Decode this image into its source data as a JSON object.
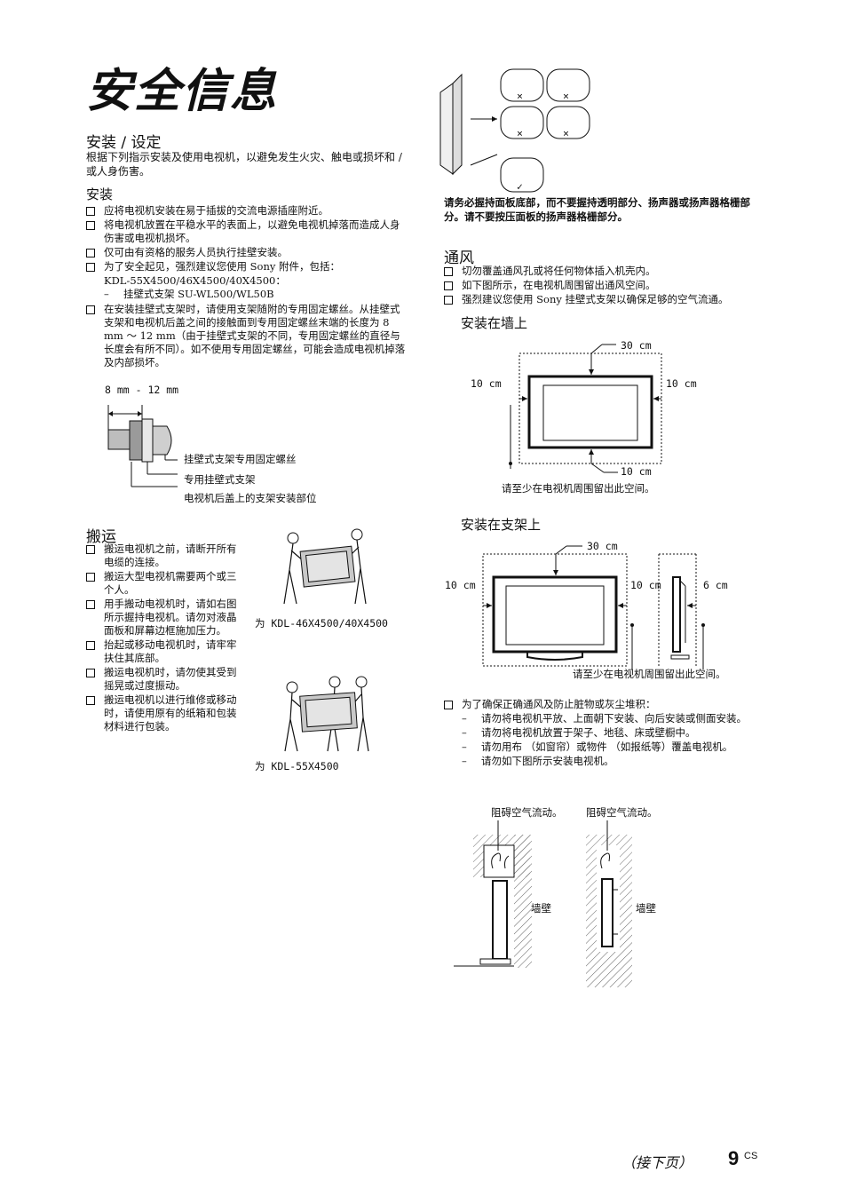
{
  "page_title": "安全信息",
  "install_setup": {
    "heading": "安装 / 设定",
    "intro": "根据下列指示安装及使用电视机，以避免发生火灾、触电或损坏和 / 或人身伤害。"
  },
  "install": {
    "heading": "安装",
    "items": [
      "应将电视机安装在易于插拔的交流电源插座附近。",
      "将电视机放置在平稳水平的表面上，以避免电视机掉落而造成人身伤害或电视机损坏。",
      "仅可由有资格的服务人员执行挂壁安装。",
      "为了安全起见，强烈建议您使用 Sony 附件，包括：",
      "在安装挂壁式支架时，请使用支架随附的专用固定螺丝。从挂壁式支架和电视机后盖之间的接触面到专用固定螺丝末端的长度为 8 mm ～ 12 mm（由于挂壁式支架的不同，专用固定螺丝的直径与长度会有所不同）。如不使用专用固定螺丝，可能会造成电视机掉落及内部损坏。"
    ],
    "models": "KDL-55X4500/46X4500/40X4500：",
    "bracket": "挂壁式支架 SU-WL500/WL50B"
  },
  "screw_figure": {
    "dimension": "8 mm - 12 mm",
    "label_screw": "挂壁式支架专用固定螺丝",
    "label_bracket": "专用挂壁式支架",
    "label_mount": "电视机后盖上的支架安装部位"
  },
  "transport": {
    "heading": "搬运",
    "items": [
      "搬运电视机之前，请断开所有电缆的连接。",
      "搬运大型电视机需要两个或三个人。",
      "用手搬动电视机时，请如右图所示握持电视机。请勿对液晶面板和屏幕边框施加压力。",
      "抬起或移动电视机时，请牢牢扶住其底部。",
      "搬运电视机时，请勿使其受到摇晃或过度振动。",
      "搬运电视机以进行维修或移动时，请使用原有的纸箱和包装材料进行包装。"
    ],
    "caption_1": "为 KDL-46X4500/40X4500",
    "caption_2": "为 KDL-55X4500"
  },
  "hold_figure": {
    "caption": "请务必握持面板底部，而不要握持透明部分、扬声器或扬声器格栅部分。请不要按压面板的扬声器格栅部分。"
  },
  "ventilation": {
    "heading": "通风",
    "items": [
      "切勿覆盖通风孔或将任何物体插入机壳内。",
      "如下图所示，在电视机周围留出通风空间。",
      "强烈建议您使用 Sony 挂壁式支架以确保足够的空气流通。"
    ],
    "wall": {
      "heading": "安装在墙上",
      "top": "30 cm",
      "left": "10 cm",
      "right": "10 cm",
      "bottom": "10 cm",
      "caption": "请至少在电视机周围留出此空间。"
    },
    "stand": {
      "heading": "安装在支架上",
      "top": "30 cm",
      "left": "10 cm",
      "right": "10 cm",
      "side": "6 cm",
      "caption": "请至少在电视机周围留出此空间。"
    },
    "dust": {
      "item": "为了确保正确通风及防止脏物或灰尘堆积：",
      "subs": [
        "请勿将电视机平放、上面朝下安装、向后安装或侧面安装。",
        "请勿将电视机放置于架子、地毯、床或壁橱中。",
        "请勿用布 （如窗帘）或物件 （如报纸等）覆盖电视机。",
        "请勿如下图所示安装电视机。"
      ]
    },
    "blocked": {
      "label_1": "阻碍空气流动。",
      "label_2": "阻碍空气流动。",
      "wall_1": "墙壁",
      "wall_2": "墙壁"
    }
  },
  "footer": {
    "continued": "（接下页）",
    "page_number": "9",
    "page_suffix": "CS"
  }
}
